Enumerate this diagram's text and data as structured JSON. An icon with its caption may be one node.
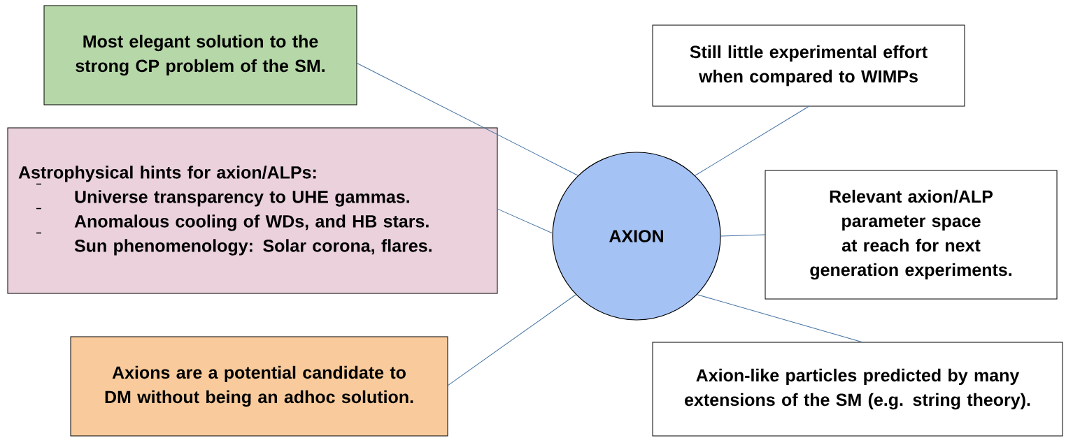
{
  "diagram": {
    "nodes": [
      {
        "text": [
          "Most elegant solution to the strong CP problem of the SM."
        ]
      },
      {
        "text": [
          "Still little experimental effort when compared to WIMPs"
        ]
      },
      {
        "text": [
          "Astrophysical hints for axion/ALPs:",
          "Universe transparency to UHE gammas.",
          "Anomalous cooling of WDs, and HB stars.",
          "Sun phenomenology: Solar corona, flares."
        ]
      },
      {
        "text": [
          "AXION"
        ]
      },
      {
        "text": [
          "Relevant axion/ALP parameter space at reach for next generation experiments."
        ]
      },
      {
        "text": [
          "Axions are a potential candidate to DM without being an adhoc solution."
        ]
      },
      {
        "text": [
          "Axion-like particles predicted by many extensions of the SM (e.g. string theory)."
        ]
      }
    ],
    "edges": [
      {
        "from": 3,
        "to": 0,
        "arrow": "none"
      },
      {
        "from": 3,
        "to": 1,
        "arrow": "none"
      },
      {
        "from": 3,
        "to": 2,
        "arrow": "none"
      },
      {
        "from": 3,
        "to": 4,
        "arrow": "none"
      },
      {
        "from": 3,
        "to": 5,
        "arrow": "none"
      },
      {
        "from": 3,
        "to": 6,
        "arrow": "none"
      }
    ]
  }
}
